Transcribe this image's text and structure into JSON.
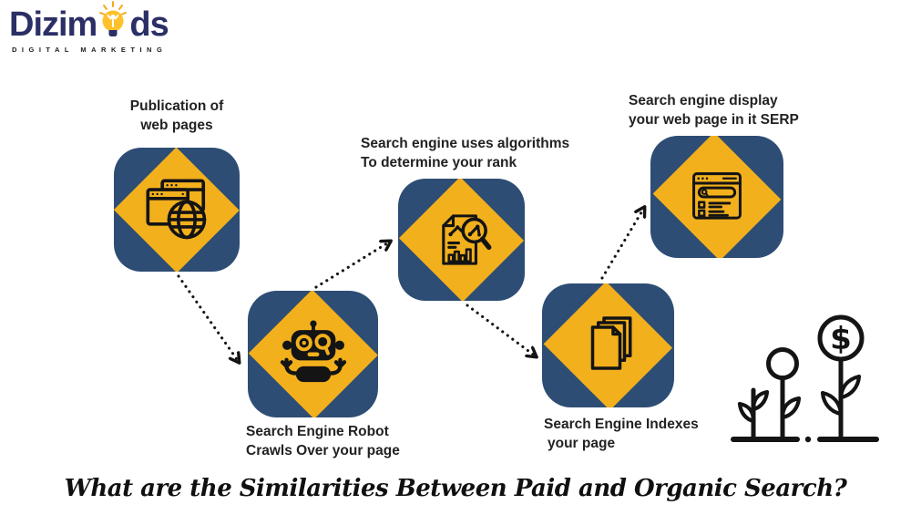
{
  "colors": {
    "block_navy": "#2e4d74",
    "diamond_yellow": "#f2b01d",
    "logo_navy": "#2b2f66",
    "accent_yellow": "#f6a81c",
    "ink": "#141414"
  },
  "logo": {
    "brand_prefix": "Dizim",
    "brand_suffix": "ds",
    "tagline": "DIGITAL MARKETING"
  },
  "steps": [
    {
      "name": "publication",
      "icon": "browser-globe-icon",
      "label_lines": [
        "Publication of",
        "web pages"
      ]
    },
    {
      "name": "crawl",
      "icon": "robot-crawler-icon",
      "label_lines": [
        "Search Engine Robot",
        "Crawls Over your page"
      ]
    },
    {
      "name": "rank",
      "icon": "report-magnifier-icon",
      "label_lines": [
        "Search engine uses algorithms",
        "To determine your rank"
      ]
    },
    {
      "name": "index",
      "icon": "stacked-pages-icon",
      "label_lines": [
        "Search Engine Indexes",
        "your page"
      ]
    },
    {
      "name": "serp",
      "icon": "serp-window-icon",
      "label_lines": [
        "Search engine display",
        "your web page in it SERP"
      ]
    }
  ],
  "decoration": {
    "name": "money-growth-plants",
    "coin_symbol": "$"
  },
  "footer": {
    "title": "What are the Similarities Between Paid and Organic Search?"
  }
}
